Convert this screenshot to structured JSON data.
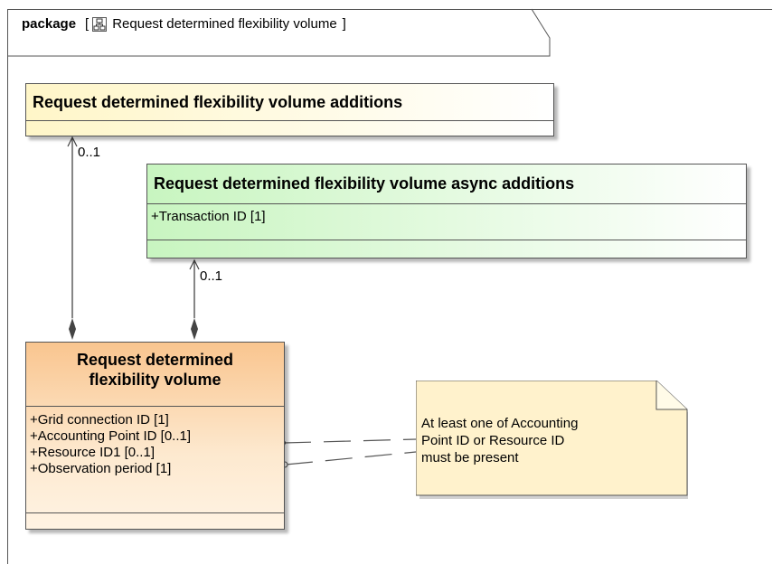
{
  "frame": {
    "keyword": "package",
    "bracket_open": "[",
    "name": "Request determined flexibility volume",
    "bracket_close": "]",
    "icon": "package-diagram-icon"
  },
  "classes": {
    "additions": {
      "name": "Request determined flexibility volume additions",
      "attributes": []
    },
    "async_additions": {
      "name": "Request determined flexibility volume async additions",
      "attributes": [
        "+Transaction ID [1]"
      ]
    },
    "main": {
      "name_line1": "Request determined",
      "name_line2": "flexibility volume",
      "attributes": [
        "+Grid connection ID [1]",
        "+Accounting Point ID [0..1]",
        "+Resource ID1 [0..1]",
        "+Observation period [1]"
      ]
    }
  },
  "associations": {
    "to_additions_multiplicity": "0..1",
    "to_async_multiplicity": "0..1"
  },
  "note": {
    "text_line1": "At least one of Accounting",
    "text_line2": "Point ID or Resource ID",
    "text_line3": "must be present"
  },
  "colors": {
    "additions_fill": "#fff6c8",
    "async_fill": "#c8f5c0",
    "main_fill": "#f9c58f",
    "note_fill": "#fff2cc",
    "line": "#555555"
  }
}
